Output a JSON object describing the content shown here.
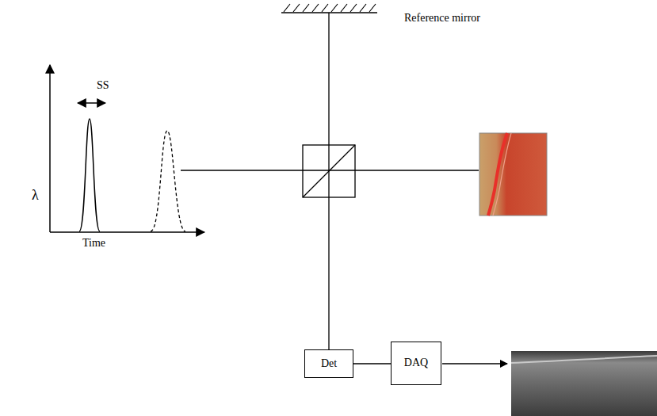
{
  "diagram": {
    "nodes": [
      {
        "text": [
          "Det"
        ]
      },
      {
        "text": [
          "DAQ"
        ]
      }
    ],
    "edges": [
      {
        "from": 0,
        "to": 1,
        "arrow": "none"
      }
    ],
    "labels": [
      "Reference mirror",
      "SS",
      "λ",
      "Time"
    ]
  }
}
